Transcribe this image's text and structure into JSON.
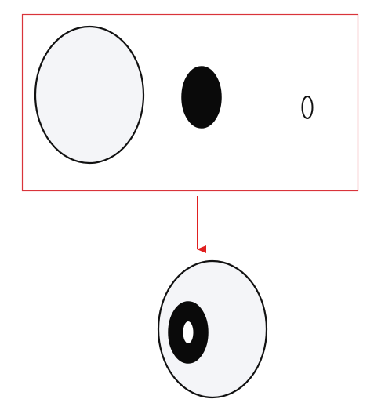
{
  "diagram": {
    "parts_frame_color": "#d9343a",
    "arrow_color": "#e02020",
    "outline_color": "#111111",
    "eye_white_color": "#f4f5f8",
    "pupil_color": "#0a0a0a",
    "highlight_color": "#ffffff",
    "parts": [
      {
        "name": "eye-white",
        "icon": "large-light-oval"
      },
      {
        "name": "pupil",
        "icon": "black-oval"
      },
      {
        "name": "highlight",
        "icon": "small-outlined-oval"
      }
    ],
    "result": {
      "name": "assembled-eye",
      "icon": "eye-with-pupil-and-highlight"
    },
    "arrow": {
      "direction": "down"
    }
  }
}
